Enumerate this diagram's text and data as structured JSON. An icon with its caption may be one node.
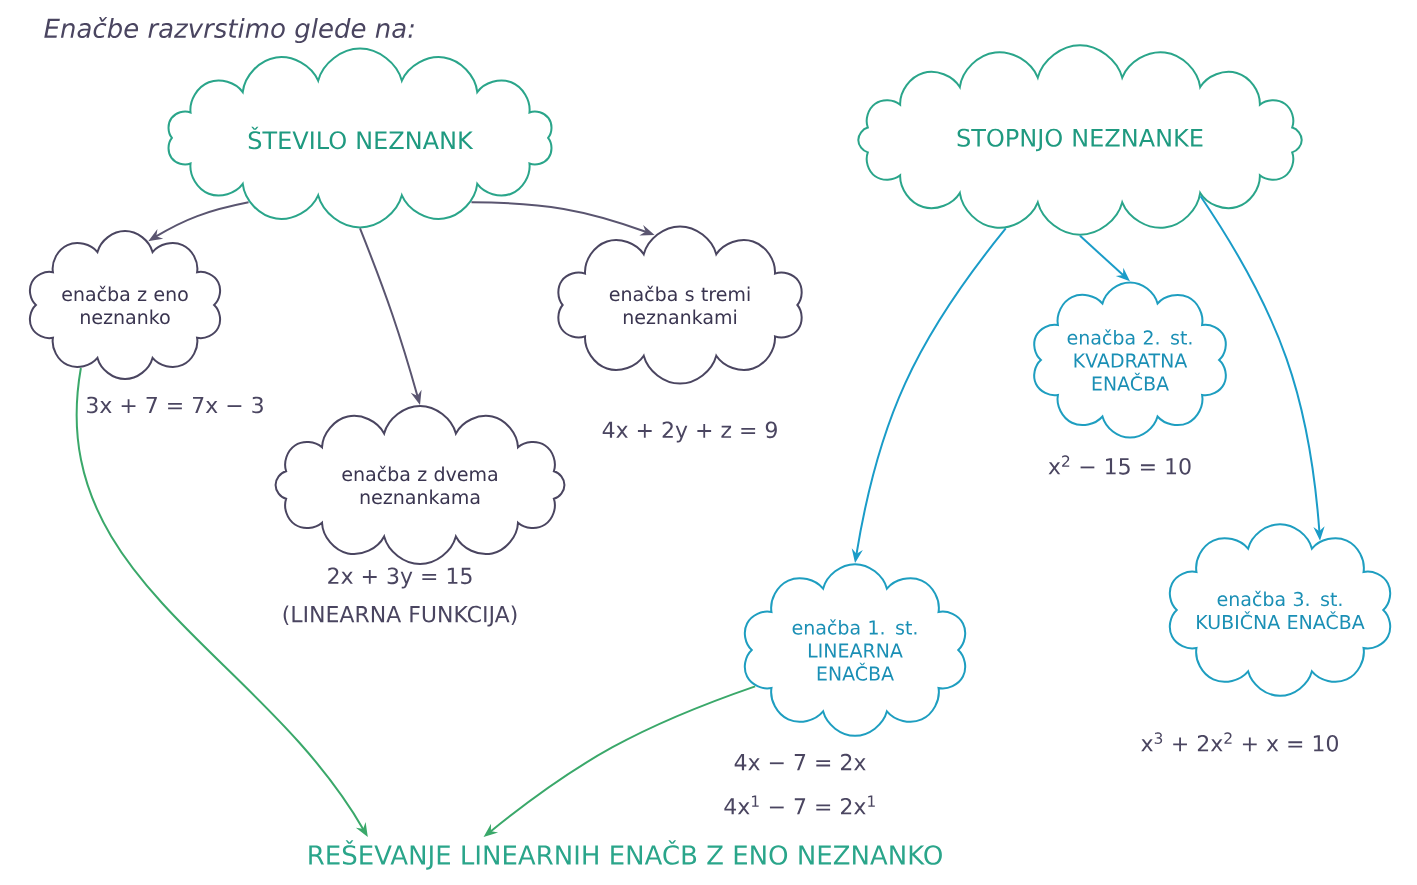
{
  "diagram": {
    "title": "Enačbe razvrstimo glede na:",
    "nodes": [
      {
        "text": [
          "ŠTEVILO NEZNANK"
        ]
      },
      {
        "text": [
          "STOPNJO NEZNANKE"
        ]
      },
      {
        "text": [
          "enačba z eno neznanko"
        ],
        "beside": [
          "3x + 7 = 7x − 3"
        ]
      },
      {
        "text": [
          "enačba z dvema neznankama"
        ],
        "beside": [
          "2x + 3y = 15",
          "(LINEARNA FUNKCIJA)"
        ]
      },
      {
        "text": [
          "enačba s tremi neznankami"
        ],
        "beside": [
          "4x + 2y + z = 9"
        ]
      },
      {
        "text": [
          "enačba 2. st. KVADRATNA ENAČBA"
        ],
        "beside": [
          "x$^{2}$ − 15 = 10"
        ]
      },
      {
        "text": [
          "enačba 1. st. LINEARNA ENAČBA"
        ],
        "beside": [
          "4x − 7 = 2x",
          "4x$^{1}$ − 7 = 2x$^{1}$"
        ]
      },
      {
        "text": [
          "enačba 3. st. KUBIČNA ENAČBA"
        ],
        "beside": [
          "x$^{3}$ + 2x$^{2}$ + x = 10"
        ]
      },
      {
        "text": [
          "REŠEVANJE LINEARNIH ENAČB Z ENO NEZNANKO"
        ]
      }
    ],
    "edges": [
      {
        "from": 0,
        "to": 2,
        "arrow": "to",
        "color": "#5a5570"
      },
      {
        "from": 0,
        "to": 3,
        "arrow": "to",
        "color": "#5a5570"
      },
      {
        "from": 0,
        "to": 4,
        "arrow": "to",
        "color": "#5a5570"
      },
      {
        "from": 1,
        "to": 6,
        "arrow": "to",
        "color": "#1a9cc8"
      },
      {
        "from": 1,
        "to": 5,
        "arrow": "to",
        "color": "#1a9cc8"
      },
      {
        "from": 1,
        "to": 7,
        "arrow": "to",
        "color": "#1a9cc8"
      },
      {
        "from": 2,
        "to": 8,
        "arrow": "to",
        "color": "#3aa86a"
      },
      {
        "from": 6,
        "to": 8,
        "arrow": "to",
        "color": "#3aa86a"
      }
    ]
  }
}
